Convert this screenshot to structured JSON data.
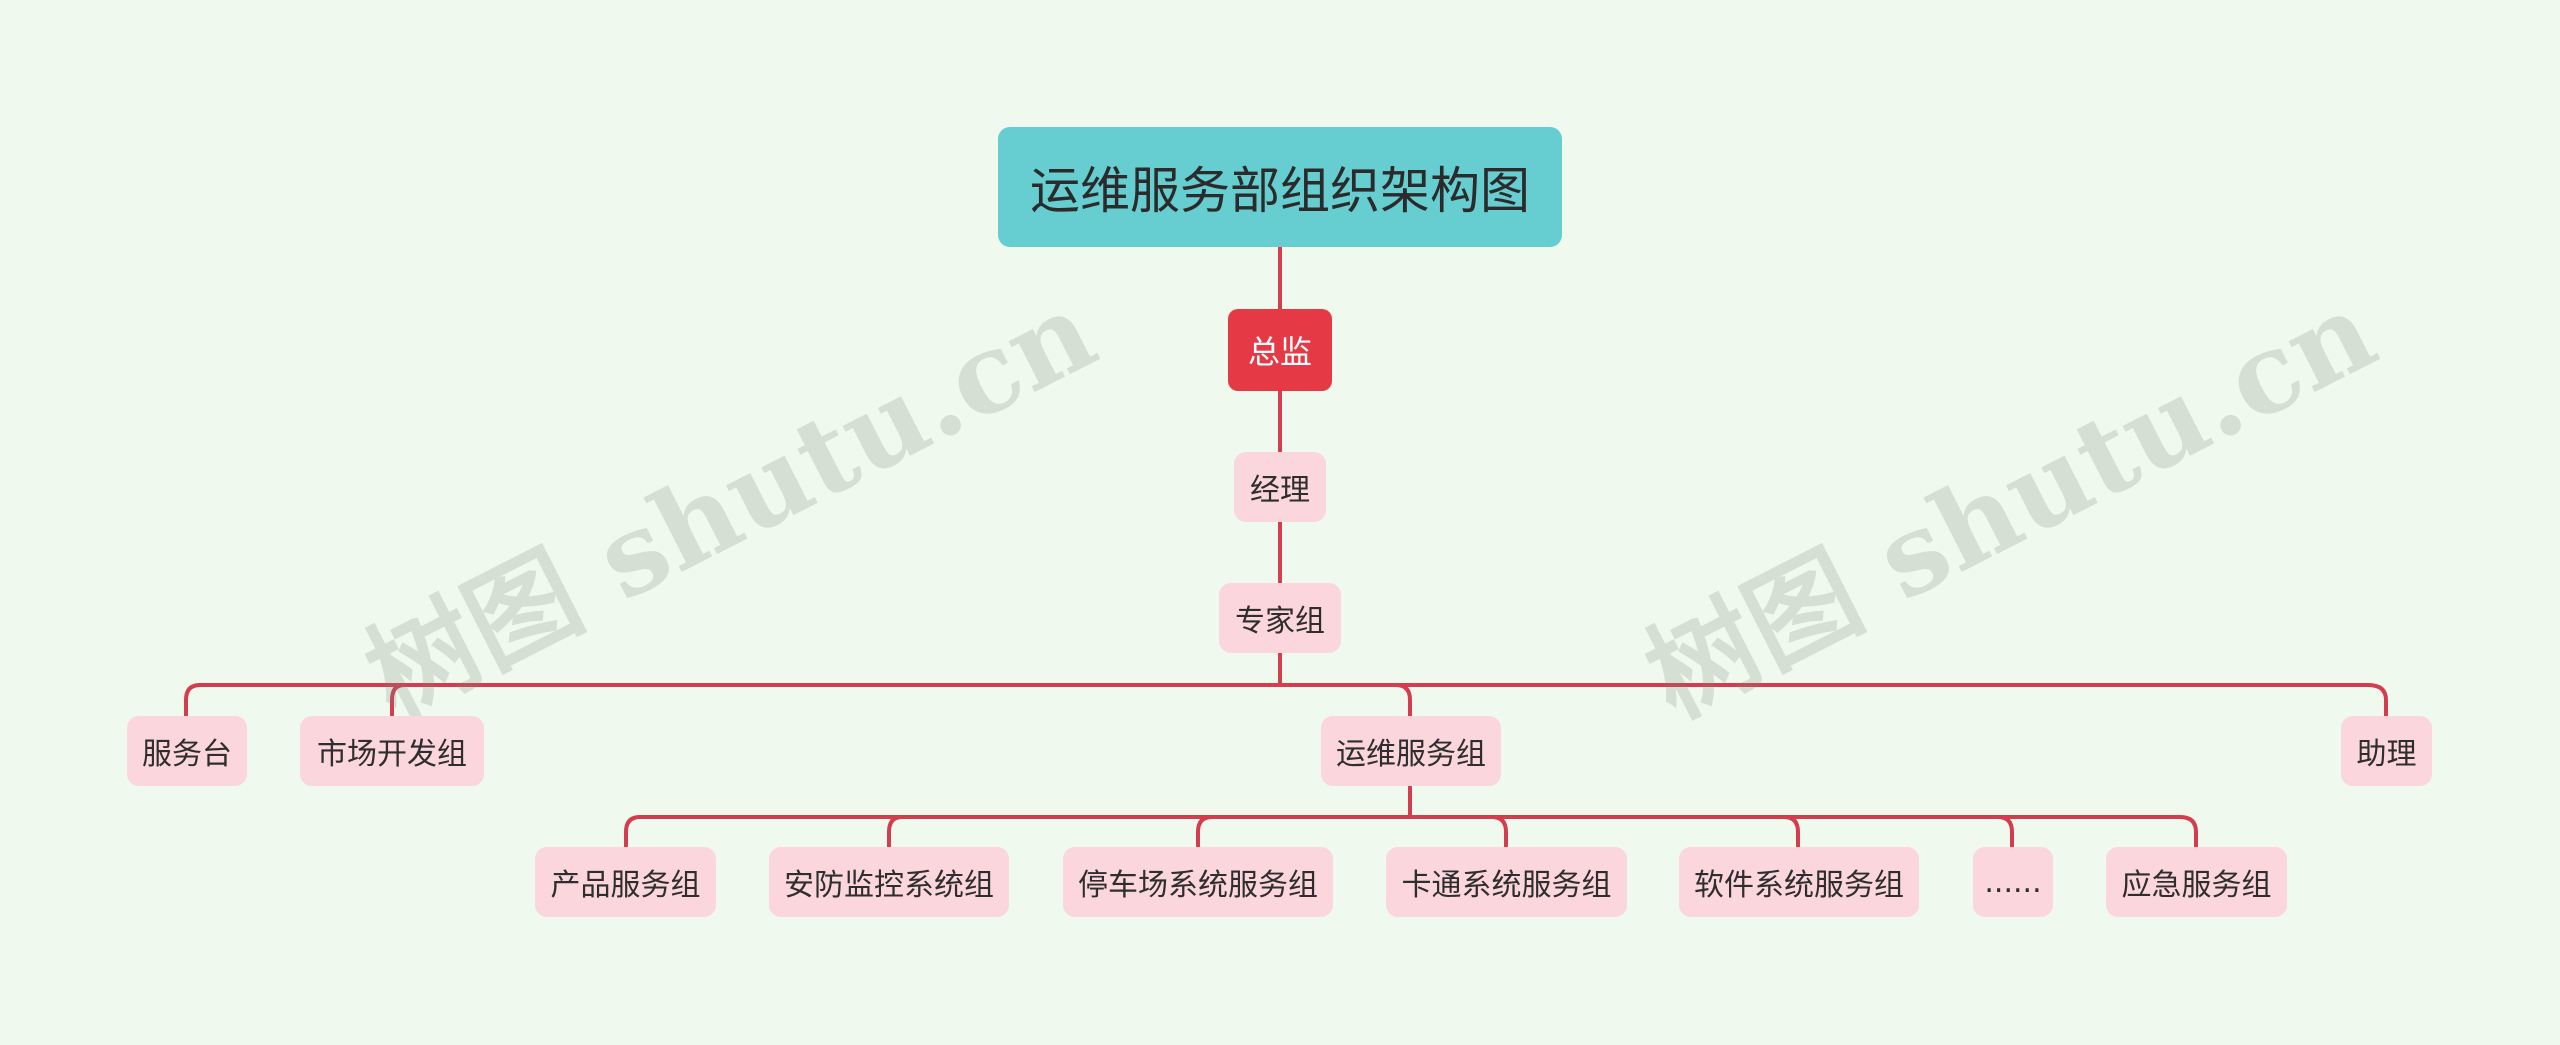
{
  "title": "运维服务部组织架构图",
  "nodes": {
    "director": "总监",
    "manager": "经理",
    "experts": "专家组",
    "level4": [
      "服务台",
      "市场开发组",
      "运维服务组",
      "助理"
    ],
    "level5": [
      "产品服务组",
      "安防监控系统组",
      "停车场系统服务组",
      "卡通系统服务组",
      "软件系统服务组",
      "......",
      "应急服务组"
    ]
  },
  "watermarks": [
    "树图 shutu.cn",
    "树图 shutu.cn"
  ],
  "colors": {
    "background": "#f0f9ee",
    "root": "#66cdd0",
    "director": "#e63946",
    "node": "#fbd6dc",
    "connector": "#d43d4e"
  }
}
